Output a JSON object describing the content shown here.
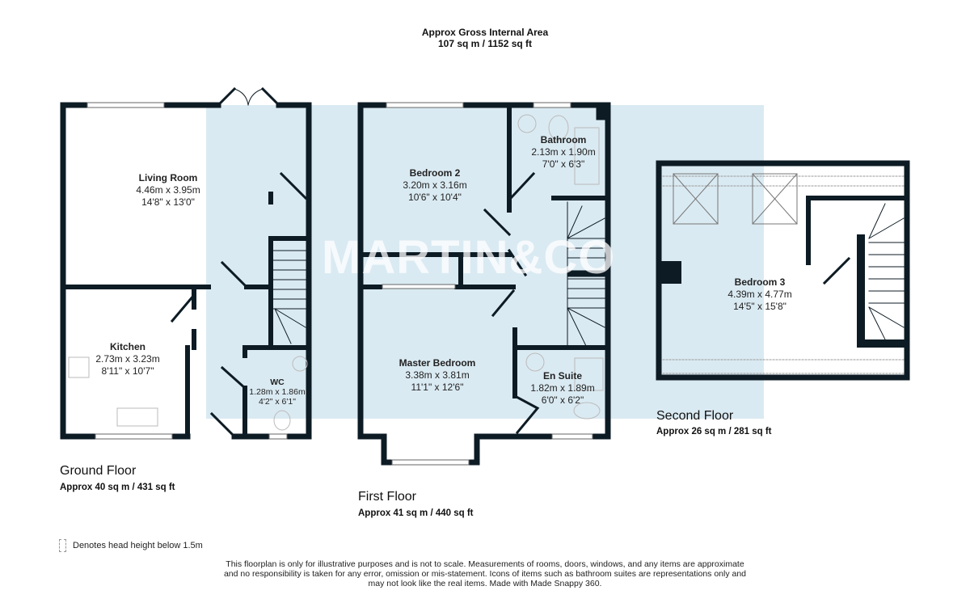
{
  "header": {
    "title_line1": "Approx Gross Internal Area",
    "title_line2": "107 sq m / 1152 sq ft"
  },
  "watermark": {
    "text": "MARTIN&CO"
  },
  "colors": {
    "wall": "#0d1b24",
    "highlight": "#d3e6f0",
    "fixture": "#bbbbbb"
  },
  "floors": [
    {
      "name": "Ground Floor",
      "area": "Approx 40 sq m / 431 sq ft",
      "rooms": [
        {
          "name": "Living Room",
          "metric": "4.46m x 3.95m",
          "imperial": "14'8\" x 13'0\""
        },
        {
          "name": "Kitchen",
          "metric": "2.73m x 3.23m",
          "imperial": "8'11\" x 10'7\""
        },
        {
          "name": "WC",
          "metric": "1.28m x 1.86m",
          "imperial": "4'2\" x 6'1\""
        }
      ]
    },
    {
      "name": "First Floor",
      "area": "Approx 41 sq m / 440 sq ft",
      "rooms": [
        {
          "name": "Bedroom 2",
          "metric": "3.20m x 3.16m",
          "imperial": "10'6\" x 10'4\""
        },
        {
          "name": "Bathroom",
          "metric": "2.13m x 1.90m",
          "imperial": "7'0\" x 6'3\""
        },
        {
          "name": "Master Bedroom",
          "metric": "3.38m x 3.81m",
          "imperial": "11'1\" x 12'6\""
        },
        {
          "name": "En Suite",
          "metric": "1.82m x 1.89m",
          "imperial": "6'0\" x 6'2\""
        }
      ]
    },
    {
      "name": "Second Floor",
      "area": "Approx 26 sq m / 281 sq ft",
      "rooms": [
        {
          "name": "Bedroom 3",
          "metric": "4.39m x 4.77m",
          "imperial": "14'5\" x 15'8\""
        }
      ]
    }
  ],
  "legend": {
    "text": "Denotes head height below 1.5m"
  },
  "disclaimer": "This floorplan is only for illustrative purposes and is not to scale. Measurements of rooms, doors, windows, and any items are approximate and no responsibility is taken for any error, omission or mis-statement. Icons of items such as bathroom suites are representations only and may not look like the real items. Made with Made Snappy 360."
}
